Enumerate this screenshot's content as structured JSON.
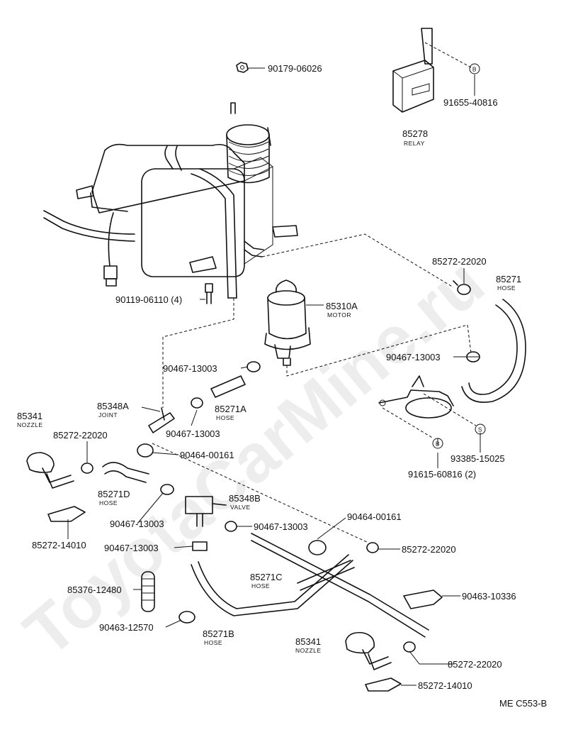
{
  "watermark": "ToyotaCarMine.ru",
  "diagram_code": "ME C553-B",
  "labels": [
    {
      "id": "90179-06026",
      "num": "90179-06026",
      "sub": ""
    },
    {
      "id": "91655-40816",
      "num": "91655-40816",
      "sub": ""
    },
    {
      "id": "85278",
      "num": "85278",
      "sub": "RELAY"
    },
    {
      "id": "85272-22020-a",
      "num": "85272-22020",
      "sub": ""
    },
    {
      "id": "85271",
      "num": "85271",
      "sub": "HOSE"
    },
    {
      "id": "90119-06110",
      "num": "90119-06110 (4)",
      "sub": ""
    },
    {
      "id": "85310A",
      "num": "85310A",
      "sub": "MOTOR"
    },
    {
      "id": "90467-13003-a",
      "num": "90467-13003",
      "sub": ""
    },
    {
      "id": "90467-13003-b",
      "num": "90467-13003",
      "sub": ""
    },
    {
      "id": "85348A",
      "num": "85348A",
      "sub": "JOINT"
    },
    {
      "id": "85271A",
      "num": "85271A",
      "sub": "HOSE"
    },
    {
      "id": "90467-13003-c",
      "num": "90467-13003",
      "sub": ""
    },
    {
      "id": "85341-a",
      "num": "85341",
      "sub": "NOZZLE"
    },
    {
      "id": "85272-22020-b",
      "num": "85272-22020",
      "sub": ""
    },
    {
      "id": "90464-00161-a",
      "num": "90464-00161",
      "sub": ""
    },
    {
      "id": "93385-15025",
      "num": "93385-15025",
      "sub": ""
    },
    {
      "id": "91615-60816",
      "num": "91615-60816 (2)",
      "sub": ""
    },
    {
      "id": "85271D",
      "num": "85271D",
      "sub": "HOSE"
    },
    {
      "id": "85348B",
      "num": "85348B",
      "sub": "VALVE"
    },
    {
      "id": "90467-13003-d",
      "num": "90467-13003",
      "sub": ""
    },
    {
      "id": "85272-14010-a",
      "num": "85272-14010",
      "sub": ""
    },
    {
      "id": "90467-13003-e",
      "num": "90467-13003",
      "sub": ""
    },
    {
      "id": "90464-00161-b",
      "num": "90464-00161",
      "sub": ""
    },
    {
      "id": "90467-13003-f",
      "num": "90467-13003",
      "sub": ""
    },
    {
      "id": "85272-22020-c",
      "num": "85272-22020",
      "sub": ""
    },
    {
      "id": "85271C",
      "num": "85271C",
      "sub": "HOSE"
    },
    {
      "id": "85376-12480",
      "num": "85376-12480",
      "sub": ""
    },
    {
      "id": "90463-10336",
      "num": "90463-10336",
      "sub": ""
    },
    {
      "id": "90463-12570",
      "num": "90463-12570",
      "sub": ""
    },
    {
      "id": "85271B",
      "num": "85271B",
      "sub": "HOSE"
    },
    {
      "id": "85341-b",
      "num": "85341",
      "sub": "NOZZLE"
    },
    {
      "id": "85272-22020-d",
      "num": "85272-22020",
      "sub": ""
    },
    {
      "id": "85272-14010-b",
      "num": "85272-14010",
      "sub": ""
    }
  ],
  "badges": [
    {
      "id": "badge-b-relay",
      "letter": "B"
    },
    {
      "id": "badge-b-bracket",
      "letter": "B"
    },
    {
      "id": "badge-s-bracket",
      "letter": "S"
    }
  ]
}
